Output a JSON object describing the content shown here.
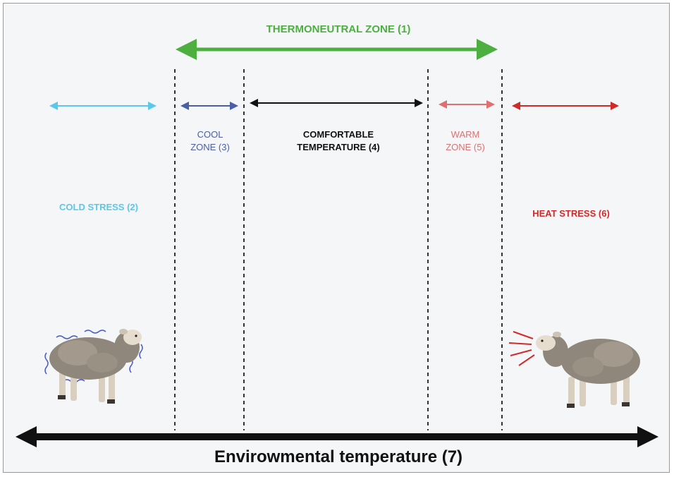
{
  "labels": {
    "thermoneutral_zone": "THERMONEUTRAL ZONE (1)",
    "cold_stress": "COLD STRESS (2)",
    "cool_zone": "COOL\nZONE (3)",
    "comfortable_temperature": "COMFORTABLE\nTEMPERATURE (4)",
    "warm_zone": "WARM\nZONE (5)",
    "heat_stress": "HEAT STRESS (6)",
    "environmental_temperature": "Envirowmental temperature (7)"
  },
  "colors": {
    "thermoneutral": "#4caf3f",
    "cold": "#5ac8ea",
    "cool": "#4b5ea8",
    "comfortable": "#111111",
    "warm": "#e07070",
    "heat": "#d12a2a",
    "axis": "#111111"
  },
  "icons": {
    "left_animal": "shivering-sheep-icon",
    "right_animal": "panting-sheep-icon"
  }
}
